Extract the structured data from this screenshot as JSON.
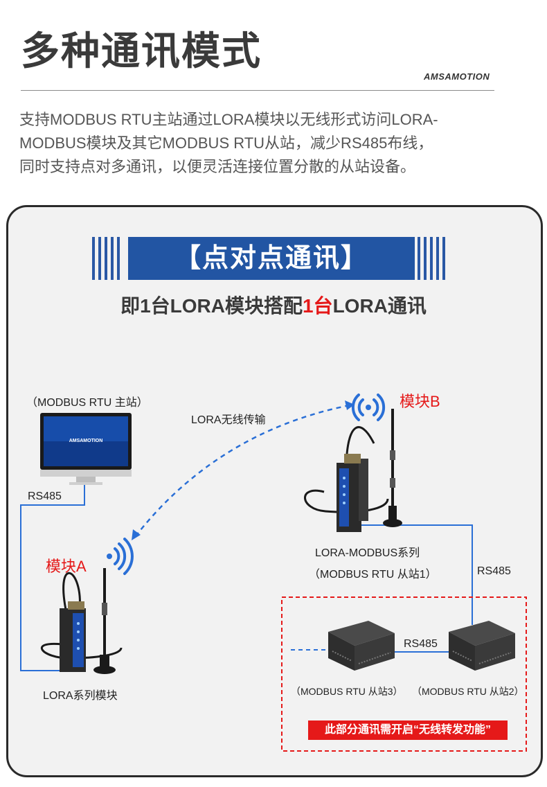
{
  "header": {
    "title": "多种通讯模式",
    "brand": "AMSAMOTION"
  },
  "description": [
    "支持MODBUS RTU主站通过LORA模块以无线形式访问LORA-",
    "MODBUS模块及其它MODBUS RTU从站，减少RS485布线，",
    "同时支持点对多通讯，以便灵活连接位置分散的从站设备。"
  ],
  "banner": {
    "label": "【点对点通讯】"
  },
  "subtitle": {
    "prefix": "即1台LORA模块搭配",
    "highlight": "1台",
    "suffix": "LORA通讯"
  },
  "diagram": {
    "master_label": "（MODBUS RTU 主站）",
    "monitor_logo": "AMSAMOTION",
    "rs485_master": "RS485",
    "wireless_label": "LORA无线传输",
    "module_b_label": "模块B",
    "module_a_label": "模块A",
    "lora_modbus_series": "LORA-MODBUS系列",
    "slave1_label": "（MODBUS RTU 从站1）",
    "rs485_right": "RS485",
    "rs485_between": "RS485",
    "lora_series": "LORA系列模块",
    "slave3_label": "（MODBUS RTU 从站3）",
    "slave2_label": "（MODBUS RTU 从站2）",
    "warning": "此部分通讯需开启“无线转发功能”"
  },
  "colors": {
    "accent_blue": "#2255a3",
    "highlight_red": "#e51919",
    "link_blue": "#2a6fd6"
  }
}
